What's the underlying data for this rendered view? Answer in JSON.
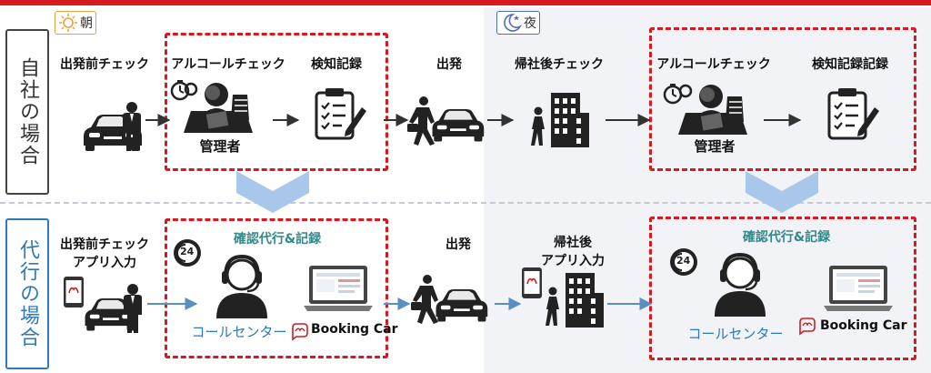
{
  "time_labels": {
    "morning": "朝",
    "night": "夜"
  },
  "row_labels": {
    "self": "自社の場合",
    "proxy": "代行の場合"
  },
  "top_row": {
    "pre_check": "出発前チェック",
    "alcohol_check_1": "アルコールチェック",
    "record_1": "検知記録",
    "manager_1": "管理者",
    "depart": "出発",
    "return_check": "帰社後チェック",
    "alcohol_check_2": "アルコールチェック",
    "record_2": "検知記録記録",
    "manager_2": "管理者"
  },
  "bottom_row": {
    "pre_check_line1": "出発前チェック",
    "pre_check_line2": "アプリ入力",
    "proxy_record_1": "確認代行&記録",
    "call_center_1": "コールセンター",
    "booking_car_1": "Booking Car",
    "depart": "出発",
    "return_line1": "帰社後",
    "return_line2": "アプリ入力",
    "proxy_record_2": "確認代行&記録",
    "call_center_2": "コールセンター",
    "booking_car_2": "Booking Car",
    "badge_24": "24"
  },
  "colors": {
    "red": "#d71920",
    "teal": "#2e8a8a",
    "blue": "#2e7ab8",
    "chevron": "#a9c7ea",
    "icon": "#222222"
  },
  "icons": [
    "sun-icon",
    "moon-icon",
    "car-icon",
    "person-icon",
    "stopwatch-icon",
    "breathalyzer-manager-icon",
    "clipboard-icon",
    "businessman-car-icon",
    "building-icon",
    "smartphone-icon",
    "headset-operator-icon",
    "laptop-icon",
    "24-hour-icon",
    "booking-car-logo-icon",
    "arrow-icon",
    "chevron-down-icon"
  ]
}
